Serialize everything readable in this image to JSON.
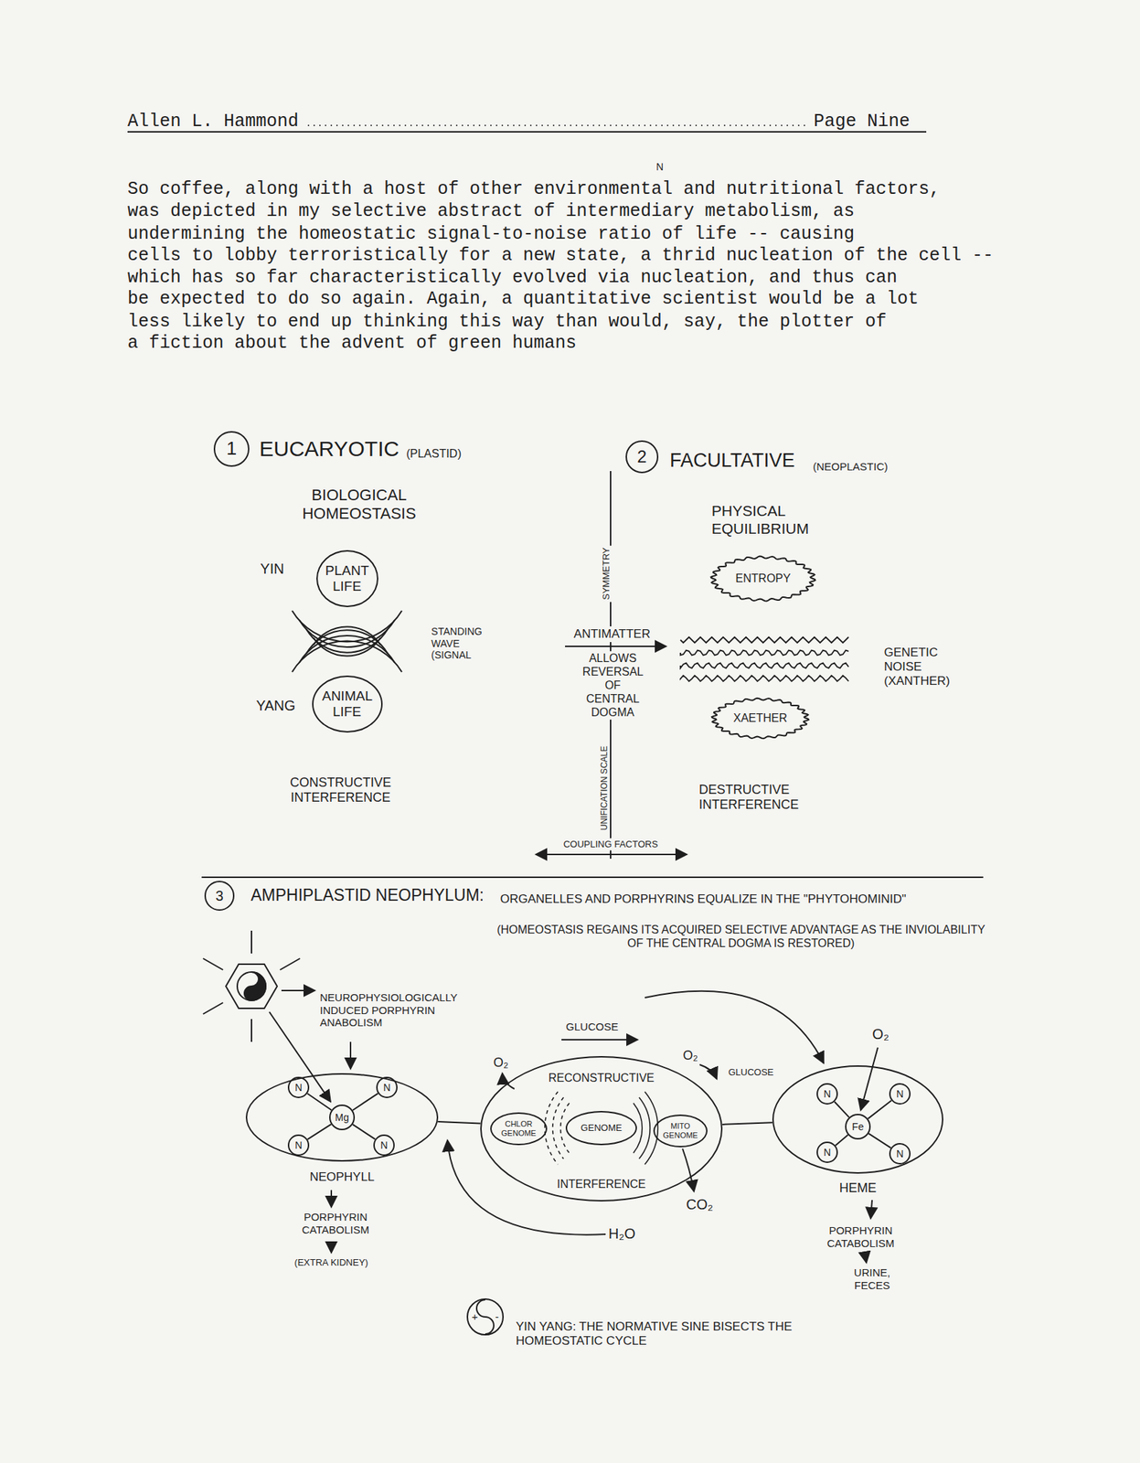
{
  "diagram": {
    "nodes": [
      {
        "text": [
          "1"
        ]
      },
      {
        "text": [
          "PLANT LIFE"
        ]
      },
      {
        "text": [
          "ANIMAL LIFE"
        ]
      },
      {
        "text": [
          "2"
        ]
      },
      {
        "text": [
          "ENTROPY"
        ]
      },
      {
        "text": [
          "XAETHER"
        ]
      },
      {
        "text": [
          "3"
        ]
      },
      {
        "text": [
          "NEOPHYLL"
        ]
      },
      {
        "text": [
          "N"
        ],
        "in": 7
      },
      {
        "text": [
          "N"
        ],
        "in": 7
      },
      {
        "text": [
          "N"
        ],
        "in": 7
      },
      {
        "text": [
          "N"
        ],
        "in": 7
      },
      {
        "text": [
          "Mg"
        ],
        "in": 7
      },
      {
        "text": [
          "RECONSTRUCTIVE",
          "INTERFERENCE"
        ]
      },
      {
        "text": [
          "CHLOR GENOME"
        ],
        "in": 13
      },
      {
        "text": [
          "GENOME"
        ],
        "in": 13
      },
      {
        "text": [
          "MITO GENOME"
        ],
        "in": 13
      },
      {
        "text": [
          "HEME"
        ]
      },
      {
        "text": [
          "N"
        ],
        "in": 17
      },
      {
        "text": [
          "N"
        ],
        "in": 17
      },
      {
        "text": [
          "N"
        ],
        "in": 17
      },
      {
        "text": [
          "N"
        ],
        "in": 17
      },
      {
        "text": [
          "Fe"
        ],
        "in": 17
      },
      {
        "text": [
          "+",
          "-"
        ]
      }
    ],
    "edges": [
      {
        "from": 7,
        "to": 13,
        "arrow": "none"
      },
      {
        "from": 13,
        "to": 17,
        "arrow": "none"
      },
      {
        "from": 8,
        "to": 12,
        "arrow": "none"
      },
      {
        "from": 9,
        "to": 12,
        "arrow": "none"
      },
      {
        "from": 10,
        "to": 12,
        "arrow": "none"
      },
      {
        "from": 11,
        "to": 12,
        "arrow": "none"
      },
      {
        "from": 18,
        "to": 22,
        "arrow": "none"
      },
      {
        "from": 19,
        "to": 22,
        "arrow": "none"
      },
      {
        "from": 20,
        "to": 22,
        "arrow": "none"
      },
      {
        "from": 21,
        "to": 22,
        "arrow": "none"
      }
    ],
    "labels": [
      "Allen L. Hammond",
      "Page Nine",
      "So coffee, along with a host of other environmental and nutritional factors,",
      "was depicted in my selective abstract of intermediary metabolism, as",
      "undermining the homeostatic signal-to-noise ratio of life -- causing",
      "cells to lobby terroristically for a new state, a thrid nucleation of the cell --",
      "which has so far characteristically evolved via nucleation, and thus can",
      "be expected to do so again. Again, a quantitative scientist would be a lot",
      "less likely to end up thinking this way than would, say, the plotter of",
      "a fiction about the advent of green humans",
      "N",
      "EUCARYOTIC",
      "(PLASTID)",
      "BIOLOGICAL HOMEOSTASIS",
      "YIN",
      "YANG",
      "STANDING WAVE (SIGNAL",
      "CONSTRUCTIVE INTERFERENCE",
      "FACULTATIVE",
      "(NEOPLASTIC)",
      "PHYSICAL EQUILIBRIUM",
      "SYMMETRY",
      "ANTIMATTER",
      "ALLOWS REVERSAL OF CENTRAL DOGMA",
      "UNIFICATION SCALE",
      "COUPLING FACTORS",
      "GENETIC NOISE (XANTHER)",
      "DESTRUCTIVE INTERFERENCE",
      "AMPHIPLASTID NEOPHYLUM:",
      "ORGANELLES AND PORPHYRINS EQUALIZE IN THE \"PHYTOHOMINID\"",
      "(HOMEOSTASIS REGAINS ITS ACQUIRED SELECTIVE ADVANTAGE AS THE INVIOLABILITY OF THE CENTRAL DOGMA IS RESTORED)",
      "NEUROPHYSIOLOGICALLY INDUCED PORPHYRIN ANABOLISM",
      "PORPHYRIN CATABOLISM",
      "(EXTRA KIDNEY)",
      "GLUCOSE",
      "O₂",
      "O₂",
      "GLUCOSE",
      "O₂",
      "CO₂",
      "H₂O",
      "PORPHYRIN CATABOLISM",
      "URINE, FECES",
      "YIN YANG: THE NORMATIVE SINE BISECTS THE HOMEOSTATIC CYCLE"
    ]
  }
}
